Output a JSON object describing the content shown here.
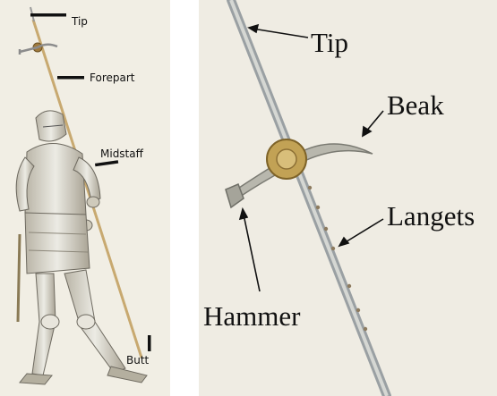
{
  "left_panel": {
    "labels": {
      "tip": "Tip",
      "forepart": "Forepart",
      "midstaff": "Midstaff",
      "butt": "Butt"
    }
  },
  "right_panel": {
    "labels": {
      "tip": "Tip",
      "beak": "Beak",
      "langets": "Langets",
      "hammer": "Hammer"
    }
  }
}
